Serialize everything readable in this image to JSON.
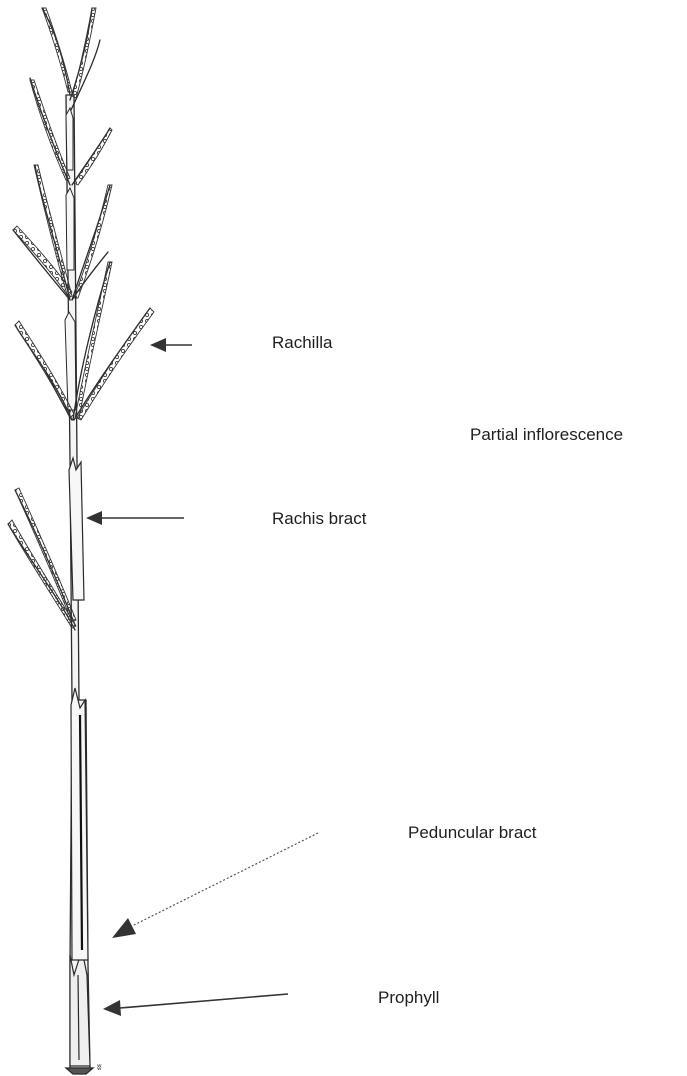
{
  "labels": {
    "rachilla": "Rachilla",
    "partial_inflorescence": "Partial inflorescence",
    "rachis_bract": "Rachis bract",
    "peduncular_bract": "Peduncular bract",
    "prophyll": "Prophyll"
  },
  "colors": {
    "ink": "#2a2a2a",
    "arrow": "#333333",
    "stem_fill": "#f4f4f4"
  }
}
